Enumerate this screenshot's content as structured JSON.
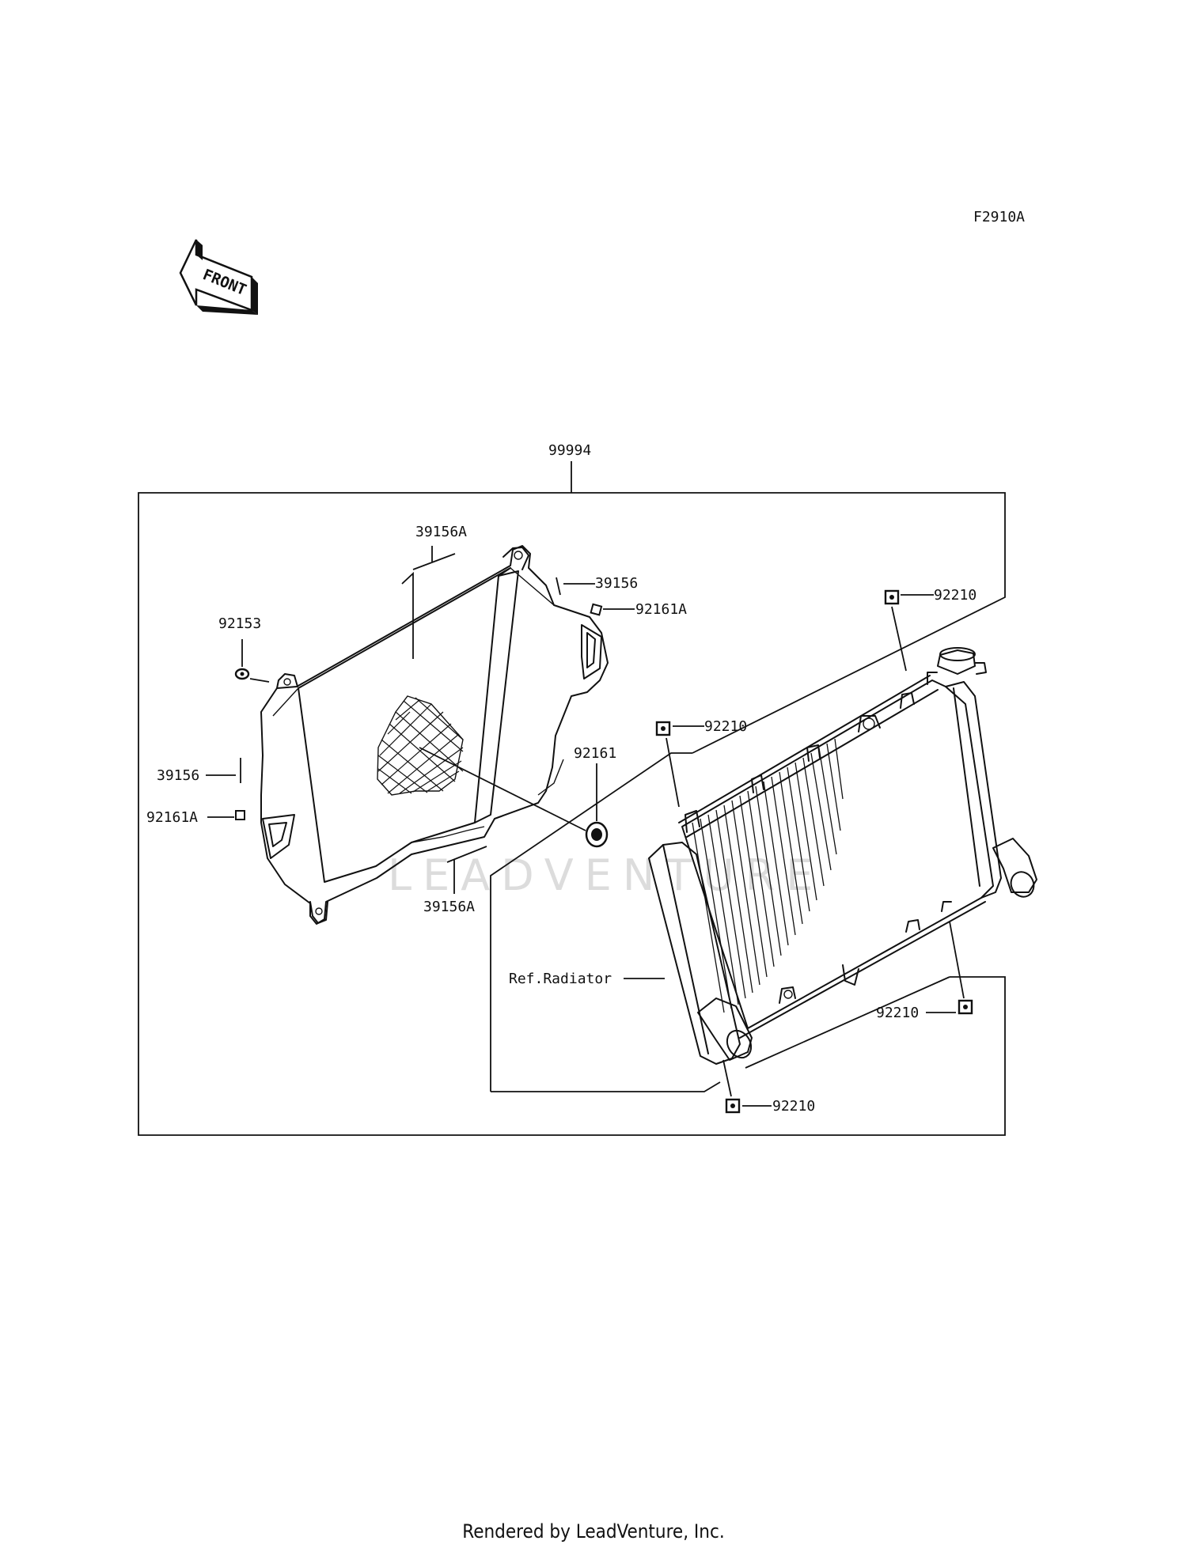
{
  "figure_code": "F2910A",
  "front_label": "FRONT",
  "watermark": "LEADVENTURE",
  "footer": "Rendered by LeadVenture, Inc.",
  "callouts": {
    "assembly": "99994",
    "screen_top": "39156A",
    "screen_bottom": "39156A",
    "strip_right": "39156",
    "strip_left": "39156",
    "clip_right": "92161A",
    "clip_left": "92161A",
    "bolt": "92153",
    "grommet": "92161",
    "nut_top_right": "92210",
    "nut_top_left": "92210",
    "nut_bottom_right": "92210",
    "nut_bottom": "92210",
    "ref_radiator": "Ref.Radiator"
  }
}
